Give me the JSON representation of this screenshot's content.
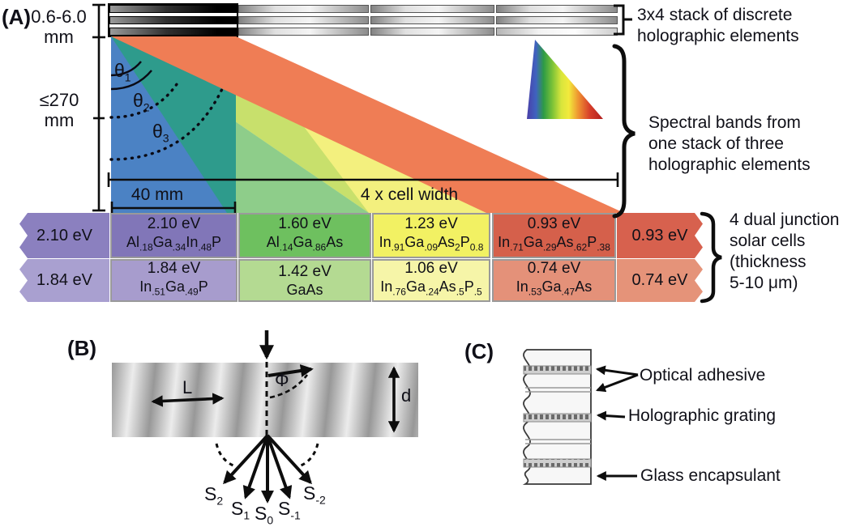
{
  "panelA": {
    "label": "(A)",
    "stack_dim_line1": "0.6-6.0",
    "stack_dim_line2": "mm",
    "height_dim_line1": "≤270",
    "height_dim_line2": "mm",
    "theta1": [
      [
        "θ",
        "1"
      ]
    ],
    "theta2": [
      [
        "θ",
        "2"
      ]
    ],
    "theta3": [
      [
        "θ",
        "3"
      ]
    ],
    "dim_40mm": "40 mm",
    "dim_cell_width": "4 x cell width",
    "stack_note_line1": "3x4 stack of discrete",
    "stack_note_line2": "holographic elements",
    "bands_note_line1": "Spectral bands from",
    "bands_note_line2": "one stack of three",
    "bands_note_line3": "holographic elements",
    "cells_note_line1": "4 dual junction",
    "cells_note_line2": "solar cells",
    "cells_note_line3": "(thickness",
    "cells_note_line4": "5-10 μm)",
    "band_colors": {
      "blue": "#4b82c4",
      "teal": "#2e9b8c",
      "green": "#8ecd8a",
      "chartreuse": "#c8e06c",
      "yellow": "#f3f07e",
      "orange": "#ef7d55"
    },
    "stack_columns": [
      {
        "shade": "dark"
      },
      {
        "shade": "light"
      },
      {
        "shade": "light"
      },
      {
        "shade": "light"
      }
    ],
    "solar_rows": [
      {
        "cells": [
          {
            "edge": "left",
            "ev": "2.10 eV",
            "color": "#8b80bf"
          },
          {
            "ev": "2.10 eV",
            "formula": [
              [
                "Al",
                ".18"
              ],
              [
                "Ga",
                ".34"
              ],
              [
                "In",
                ".48"
              ],
              [
                "P",
                ""
              ]
            ],
            "color": "#8176b8"
          },
          {
            "ev": "1.60 eV",
            "formula": [
              [
                "Al",
                ".14"
              ],
              [
                "Ga",
                ".86"
              ],
              [
                "As",
                ""
              ]
            ],
            "color": "#6ec05f"
          },
          {
            "ev": "1.23 eV",
            "formula": [
              [
                "In",
                ".91"
              ],
              [
                "Ga",
                ".09"
              ],
              [
                "As",
                "2"
              ],
              [
                "P",
                "0.8"
              ]
            ],
            "color": "#f2f163"
          },
          {
            "ev": "0.93 eV",
            "formula": [
              [
                "In",
                ".71"
              ],
              [
                "Ga",
                ".29"
              ],
              [
                "As",
                ".62"
              ],
              [
                "P",
                ".38"
              ]
            ],
            "color": "#d5604b"
          },
          {
            "edge": "right",
            "ev": "0.93 eV",
            "color": "#d7614e"
          }
        ]
      },
      {
        "cells": [
          {
            "edge": "left",
            "ev": "1.84 eV",
            "color": "#a9a0d0"
          },
          {
            "ev": "1.84 eV",
            "formula": [
              [
                "In",
                ".51"
              ],
              [
                "Ga",
                ".49"
              ],
              [
                "P",
                ""
              ]
            ],
            "color": "#a79ccd"
          },
          {
            "ev": "1.42 eV",
            "formula": [
              [
                "GaAs",
                ""
              ]
            ],
            "color": "#b4da92"
          },
          {
            "ev": "1.06 eV",
            "formula": [
              [
                "In",
                ".76"
              ],
              [
                "Ga",
                ".24"
              ],
              [
                "As",
                ".5"
              ],
              [
                "P",
                ".5"
              ]
            ],
            "color": "#f6f5a8"
          },
          {
            "ev": "0.74 eV",
            "formula": [
              [
                "In",
                ".53"
              ],
              [
                "Ga",
                ".47"
              ],
              [
                "As",
                ""
              ]
            ],
            "color": "#e49179"
          },
          {
            "edge": "right",
            "ev": "0.74 eV",
            "color": "#e59379"
          }
        ]
      }
    ]
  },
  "panelB": {
    "label": "(B)",
    "grating_period_label": "L",
    "phi_label": "Φ",
    "thickness_label": "d",
    "orders": [
      [
        [
          "S",
          "2"
        ]
      ],
      [
        [
          "S",
          "1"
        ]
      ],
      [
        [
          "S",
          "0"
        ]
      ],
      [
        [
          "S",
          "-1"
        ]
      ],
      [
        [
          "S",
          "-2"
        ]
      ]
    ]
  },
  "panelC": {
    "label": "(C)",
    "annotation1": "Optical adhesive",
    "annotation2": "Holographic grating",
    "annotation3": "Glass encapsulant"
  }
}
